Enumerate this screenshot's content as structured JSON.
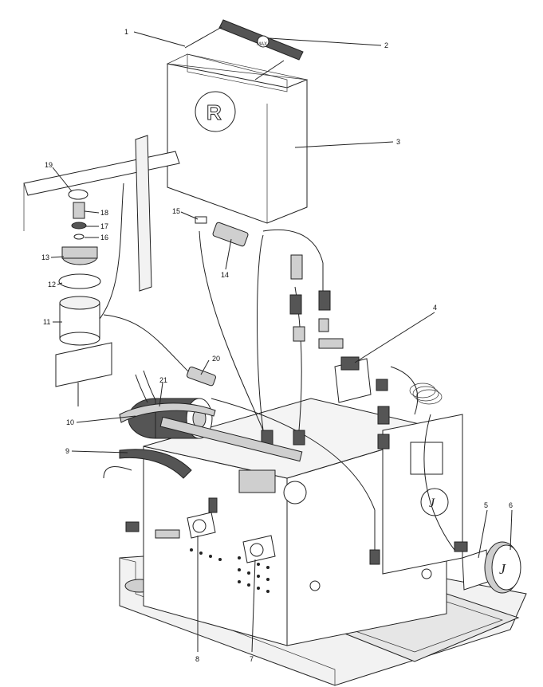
{
  "diagram": {
    "kind": "exploded parts diagram",
    "logo_letter": "R",
    "tank_label": "MAX",
    "callouts": [
      {
        "id": "c1",
        "number": "1"
      },
      {
        "id": "c2",
        "number": "2"
      },
      {
        "id": "c3",
        "number": "3"
      },
      {
        "id": "c4",
        "number": "4"
      },
      {
        "id": "c5",
        "number": "5"
      },
      {
        "id": "c6",
        "number": "6"
      },
      {
        "id": "c7",
        "number": "7"
      },
      {
        "id": "c8",
        "number": "8"
      },
      {
        "id": "c9",
        "number": "9"
      },
      {
        "id": "c10",
        "number": "10"
      },
      {
        "id": "c11",
        "number": "11"
      },
      {
        "id": "c12",
        "number": "12"
      },
      {
        "id": "c13",
        "number": "13"
      },
      {
        "id": "c14",
        "number": "14"
      },
      {
        "id": "c15",
        "number": "15"
      },
      {
        "id": "c16",
        "number": "16"
      },
      {
        "id": "c17",
        "number": "17"
      },
      {
        "id": "c18",
        "number": "18"
      },
      {
        "id": "c19",
        "number": "19"
      },
      {
        "id": "c20",
        "number": "20"
      },
      {
        "id": "c21",
        "number": "21"
      }
    ],
    "colors": {
      "line": "#222222",
      "fill_light": "#f2f2f2",
      "fill_mid": "#cfcfcf",
      "fill_dark": "#555555"
    }
  }
}
